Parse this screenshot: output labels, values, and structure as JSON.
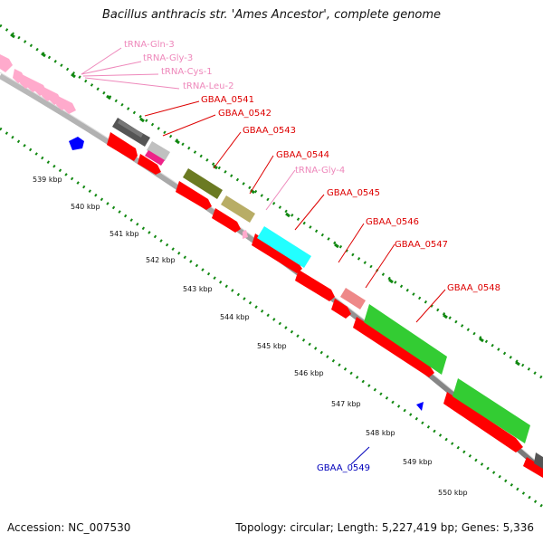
{
  "title": "Bacillus anthracis str. 'Ames Ancestor', complete genome",
  "footer": {
    "accession": "Accession: NC_007530",
    "summary": "Topology: circular; Length: 5,227,419 bp; Genes: 5,336"
  },
  "ticks": [
    "539 kbp",
    "540 kbp",
    "541 kbp",
    "542 kbp",
    "543 kbp",
    "544 kbp",
    "545 kbp",
    "546 kbp",
    "547 kbp",
    "548 kbp",
    "549 kbp",
    "550 kbp"
  ],
  "labels": [
    "tRNA-Gln-3",
    "tRNA-Gly-3",
    "tRNA-Cys-1",
    "tRNA-Leu-2",
    "GBAA_0541",
    "GBAA_0542",
    "GBAA_0543",
    "GBAA_0544",
    "tRNA-Gly-4",
    "GBAA_0545",
    "GBAA_0546",
    "GBAA_0547",
    "GBAA_0548",
    "GBAA_0549"
  ],
  "colors": {
    "forward_cds": "#ff0000",
    "trna": "#ffaacc",
    "trna_label": "#ee88bb",
    "gene_label": "#dd0000",
    "reverse_label": "#0000bb",
    "reverse_cds": "#0000ff",
    "backbone": "#999999",
    "gc_dots": "#118811",
    "feature_gray": "#555555",
    "feature_lightgray": "#c0c0c0",
    "feature_magenta": "#ee2288",
    "feature_olive": "#6b7a22",
    "feature_khaki": "#b8ad66",
    "feature_cyan": "#22ffff",
    "feature_salmon": "#ee8888",
    "feature_green": "#33cc33"
  }
}
